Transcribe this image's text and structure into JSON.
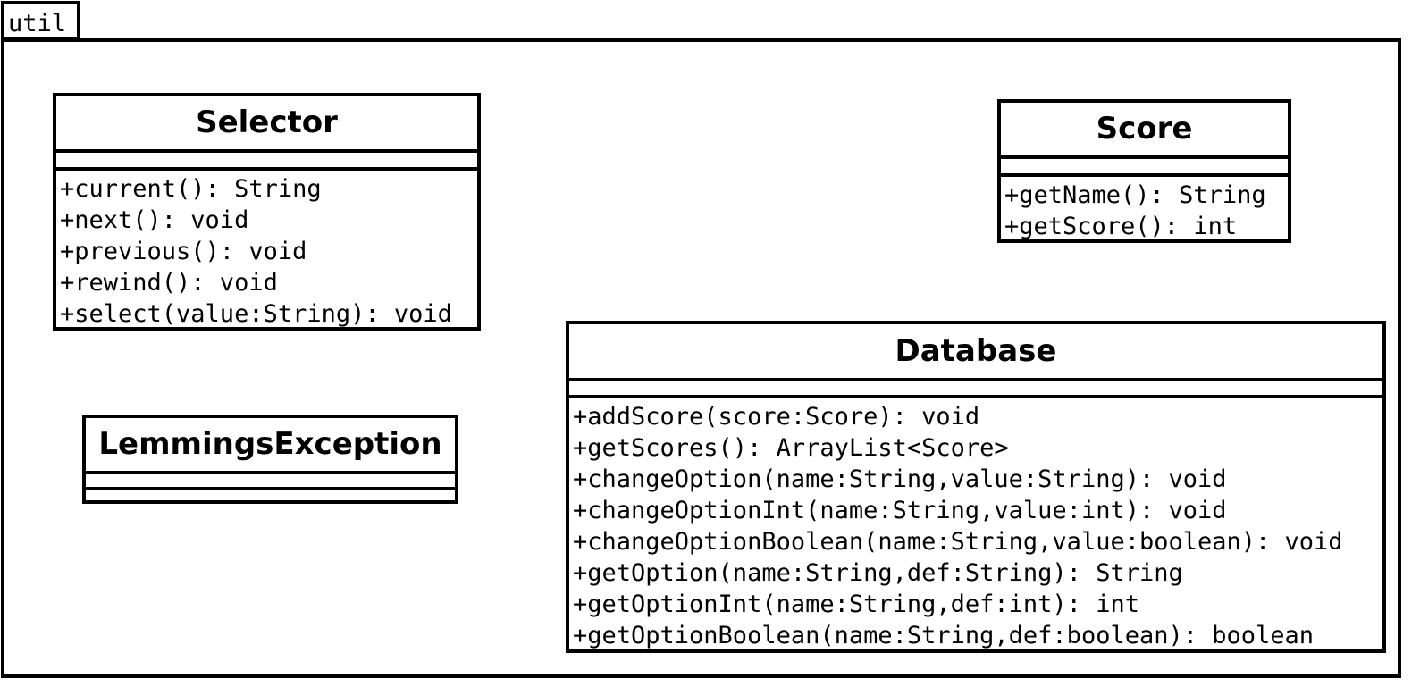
{
  "package": {
    "name": "util"
  },
  "classes": {
    "selector": {
      "name": "Selector",
      "operations": [
        "+current(): String",
        "+next(): void",
        "+previous(): void",
        "+rewind(): void",
        "+select(value:String): void"
      ]
    },
    "score": {
      "name": "Score",
      "operations": [
        "+getName(): String",
        "+getScore(): int"
      ]
    },
    "lemmings_exception": {
      "name": "LemmingsException",
      "operations": []
    },
    "database": {
      "name": "Database",
      "operations": [
        "+addScore(score:Score): void",
        "+getScores(): ArrayList<Score>",
        "+changeOption(name:String,value:String): void",
        "+changeOptionInt(name:String,value:int): void",
        "+changeOptionBoolean(name:String,value:boolean): void",
        "+getOption(name:String,def:String): String",
        "+getOptionInt(name:String,def:int): int",
        "+getOptionBoolean(name:String,def:boolean): boolean"
      ]
    }
  }
}
